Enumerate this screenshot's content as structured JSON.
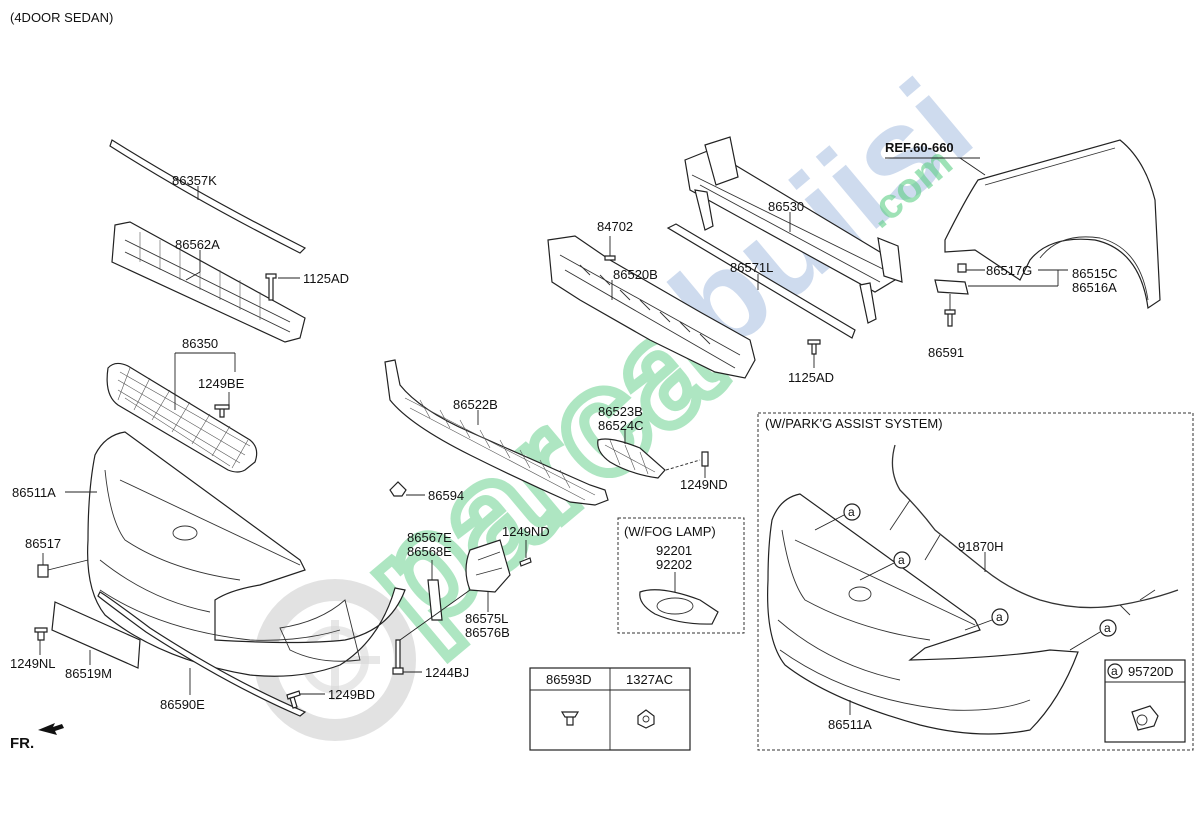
{
  "variant_label": "(4DOOR SEDAN)",
  "ref_label": "REF.60-660",
  "front_label": "FR.",
  "parts": {
    "p86357K": "86357K",
    "p86562A": "86562A",
    "p1125AD_top": "1125AD",
    "p86350": "86350",
    "p1249BE": "1249BE",
    "p86511A": "86511A",
    "p86517": "86517",
    "p1249NL": "1249NL",
    "p86519M": "86519M",
    "p86590E": "86590E",
    "p1249BD": "1249BD",
    "p86594": "86594",
    "p1244BJ": "1244BJ",
    "p86567E": "86567E",
    "p86568E": "86568E",
    "p1249ND_mid": "1249ND",
    "p86575L": "86575L",
    "p86576B": "86576B",
    "p86522B": "86522B",
    "p86523B": "86523B",
    "p86524C": "86524C",
    "p1249ND_right": "1249ND",
    "p84702": "84702",
    "p86520B": "86520B",
    "p86530": "86530",
    "p86571L": "86571L",
    "p1125AD_mid": "1125AD",
    "p86517G": "86517G",
    "p86515C": "86515C",
    "p86516A": "86516A",
    "p86591": "86591"
  },
  "fog_box": {
    "title": "(W/FOG LAMP)",
    "part_a": "92201",
    "part_b": "92202"
  },
  "fastener_table": {
    "col1": "86593D",
    "col2": "1327AC"
  },
  "park_box": {
    "title": "(W/PARK'G ASSIST SYSTEM)",
    "harness": "91870H",
    "bumper": "86511A",
    "sensor_marker": "a",
    "sensor_part": "95720D"
  },
  "watermark": {
    "brand_green": "parca",
    "brand_blue": "bujisi",
    "domain": ".com"
  },
  "colors": {
    "line": "#222222",
    "watermark_green": "#5fcf87",
    "watermark_blue": "#9fb8df",
    "watermark_grey": "#cfcfcf"
  }
}
